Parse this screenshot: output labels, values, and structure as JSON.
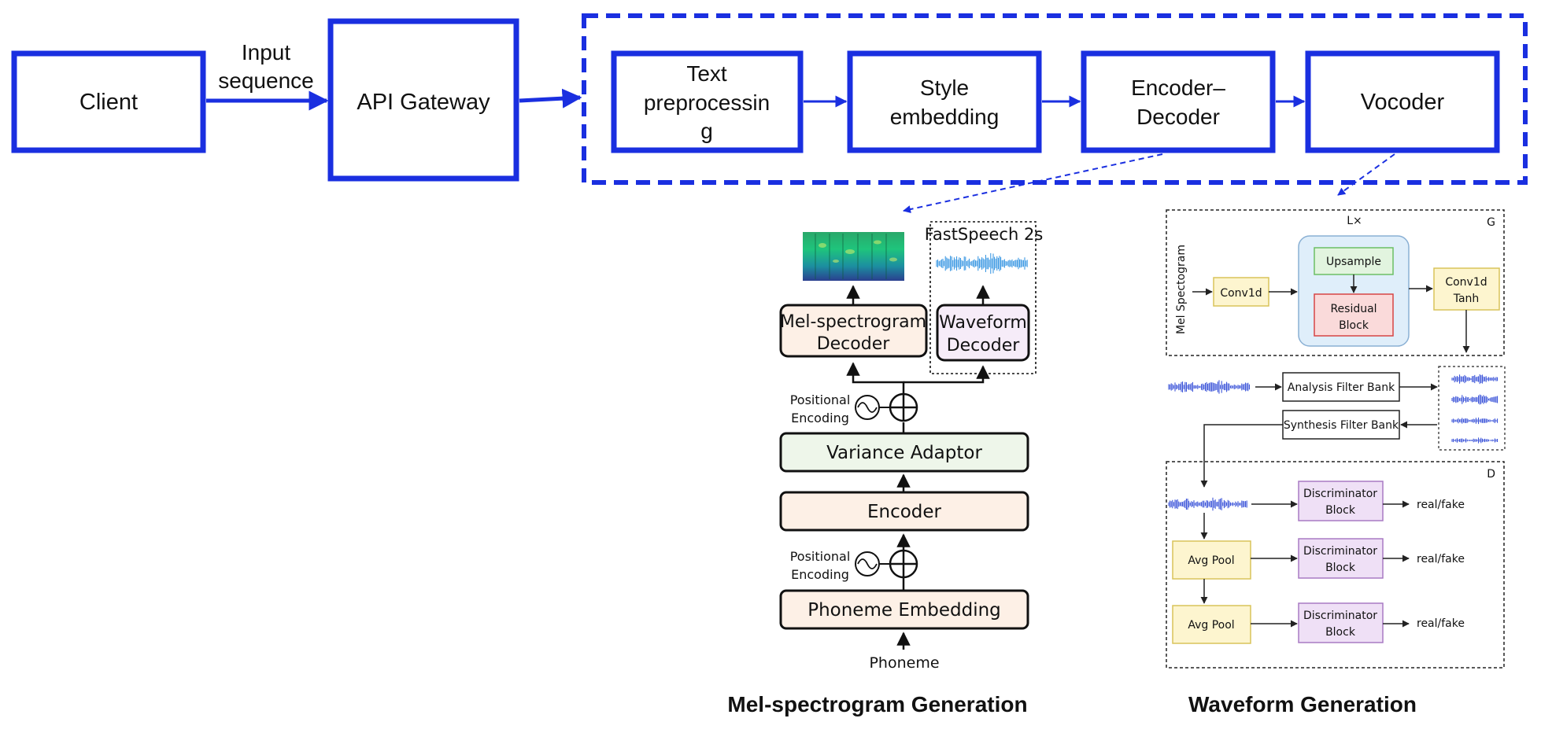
{
  "colors": {
    "pipeline_blue": "#1a2fe0",
    "mel_box_fill": "#fdf0e6",
    "waveform_box_fill": "#f6ecf8",
    "variance_fill": "#eef6ea",
    "conv_fill": "#fdf5cf",
    "upsample_fill": "#e2f4df",
    "residual_fill": "#fadada",
    "lx_fill": "#dfeefa",
    "disc_fill": "#efe0f6",
    "avgpool_fill": "#fdf5cf"
  },
  "pipeline": {
    "client": "Client",
    "input_label_1": "Input",
    "input_label_2": "sequence",
    "gateway": "API Gateway",
    "text_pre_1": "Text",
    "text_pre_2": "preprocessin",
    "text_pre_3": "g",
    "style_1": "Style",
    "style_2": "embedding",
    "encdec_1": "Encoder–",
    "encdec_2": "Decoder",
    "vocoder": "Vocoder"
  },
  "fastspeech": {
    "fs2s_label": "FastSpeech 2s",
    "mel_decoder_1": "Mel-spectrogram",
    "mel_decoder_2": "Decoder",
    "wave_decoder_1": "Waveform",
    "wave_decoder_2": "Decoder",
    "pos_enc_1": "Positional",
    "pos_enc_2": "Encoding",
    "variance": "Variance Adaptor",
    "encoder": "Encoder",
    "phoneme_embedding": "Phoneme Embedding",
    "phoneme": "Phoneme",
    "caption": "Mel-spectrogram Generation"
  },
  "vocoder_detail": {
    "g_label": "G",
    "lx_label": "L×",
    "mel_input": "Mel Spectogram",
    "conv1d": "Conv1d",
    "upsample": "Upsample",
    "residual_1": "Residual",
    "residual_2": "Block",
    "conv_tanh_1": "Conv1d",
    "conv_tanh_2": "Tanh",
    "analysis": "Analysis Filter Bank",
    "synthesis": "Synthesis Filter Bank",
    "d_label": "D",
    "disc_1": "Discriminator",
    "disc_2": "Block",
    "avg_pool": "Avg Pool",
    "real_fake": "real/fake",
    "caption": "Waveform Generation"
  }
}
